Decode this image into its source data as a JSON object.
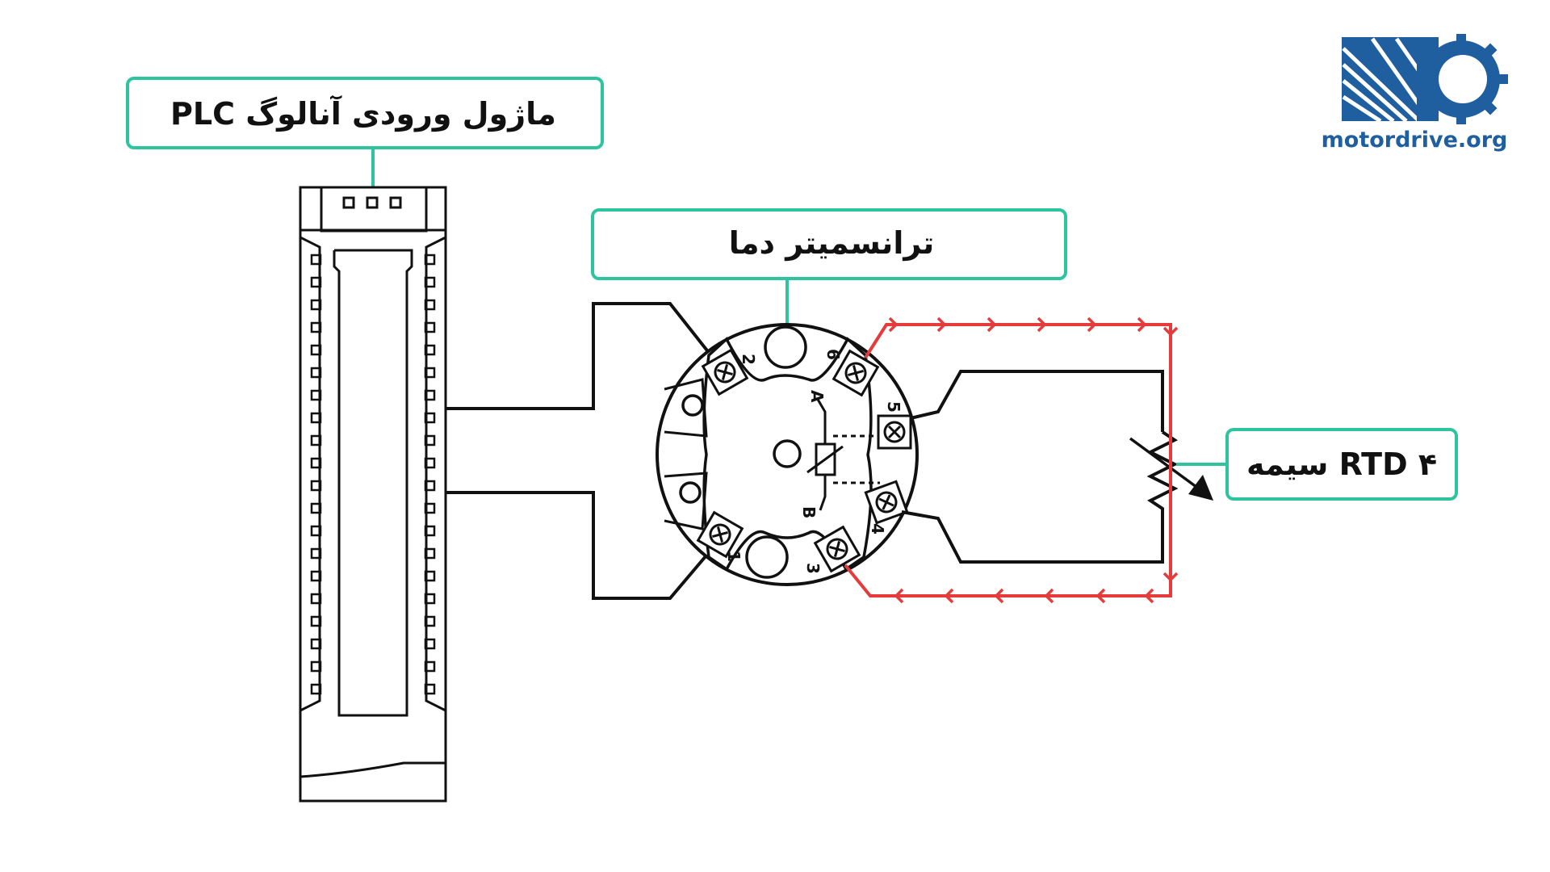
{
  "labels": {
    "plc_module": "ماژول ورودی آنالوگ   PLC",
    "transmitter": "ترانسمیتر دما",
    "rtd": "RTD  ۴ سیمه"
  },
  "terminals": {
    "t1": "1",
    "t2": "2",
    "t3": "3",
    "t4": "4",
    "t5": "5",
    "t6": "6",
    "a": "A",
    "b": "B"
  },
  "logo": {
    "text": "motordrive.org",
    "icon": "motordrive-gear-logo",
    "color": "#1f5f9f"
  },
  "colors": {
    "box_border": "#2ec4a0",
    "wire": "#111111",
    "current_path": "#e53b3b"
  }
}
